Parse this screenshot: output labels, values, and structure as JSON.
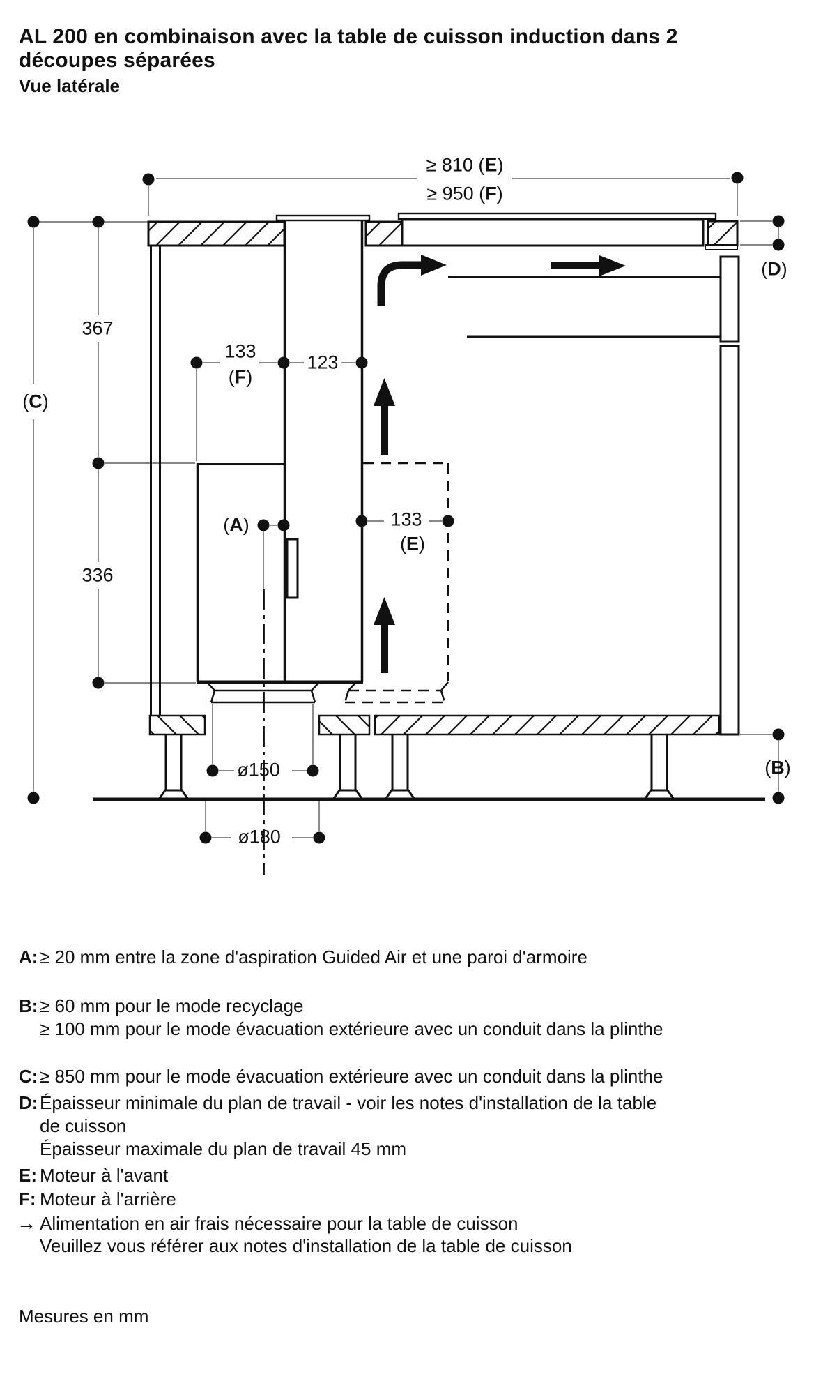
{
  "page": {
    "title_line1": "AL 200 en combinaison avec la table de cuisson induction dans 2",
    "title_line2": "découpes séparées",
    "subtitle": "Vue latérale",
    "footer": "Mesures en mm"
  },
  "colors": {
    "drawing_line": "#111111",
    "dimension_line": "#787878"
  },
  "dims": {
    "top_e": {
      "prefix": "≥ 810 (",
      "letter": "E",
      "suffix": ")"
    },
    "top_f": {
      "prefix": "≥ 950 (",
      "letter": "F",
      "suffix": ")"
    },
    "h367": {
      "value": "367"
    },
    "h336": {
      "value": "336"
    },
    "c": {
      "prefix": "(",
      "letter": "C",
      "suffix": ")"
    },
    "d": {
      "prefix": "(",
      "letter": "D",
      "suffix": ")"
    },
    "a": {
      "prefix": "(",
      "letter": "A",
      "suffix": ")"
    },
    "b": {
      "prefix": "(",
      "letter": "B",
      "suffix": ")"
    },
    "w133f": {
      "value": "133",
      "prefix": "(",
      "letter": "F",
      "suffix": ")"
    },
    "w123": {
      "value": "123"
    },
    "w133e": {
      "value": "133",
      "prefix": "(",
      "letter": "E",
      "suffix": ")"
    },
    "dia150": {
      "value": "ø150"
    },
    "dia180": {
      "value": "ø180"
    }
  },
  "legend": {
    "items": [
      {
        "key": "A:",
        "lines": [
          "≥ 20 mm entre la zone d'aspiration Guided Air et une paroi d'armoire"
        ]
      },
      {
        "key": "B:",
        "lines": [
          "≥ 60 mm pour le mode recyclage",
          "≥ 100 mm pour le mode évacuation extérieure avec un conduit dans la plinthe"
        ]
      },
      {
        "key": "C:",
        "lines": [
          "≥ 850 mm pour le mode évacuation extérieure avec un conduit dans la plinthe"
        ]
      },
      {
        "key": "D:",
        "lines": [
          "Épaisseur minimale du plan de travail - voir les notes d'installation de la table",
          "de cuisson",
          "Épaisseur maximale du plan de travail 45 mm"
        ]
      },
      {
        "key": "E:",
        "lines": [
          "Moteur à l'avant"
        ]
      },
      {
        "key": "F:",
        "lines": [
          "Moteur à l'arrière"
        ]
      },
      {
        "key": "→",
        "lines": [
          "Alimentation en air frais nécessaire pour la table de cuisson",
          "Veuillez vous référer aux notes d'installation de la table de cuisson"
        ]
      }
    ]
  }
}
